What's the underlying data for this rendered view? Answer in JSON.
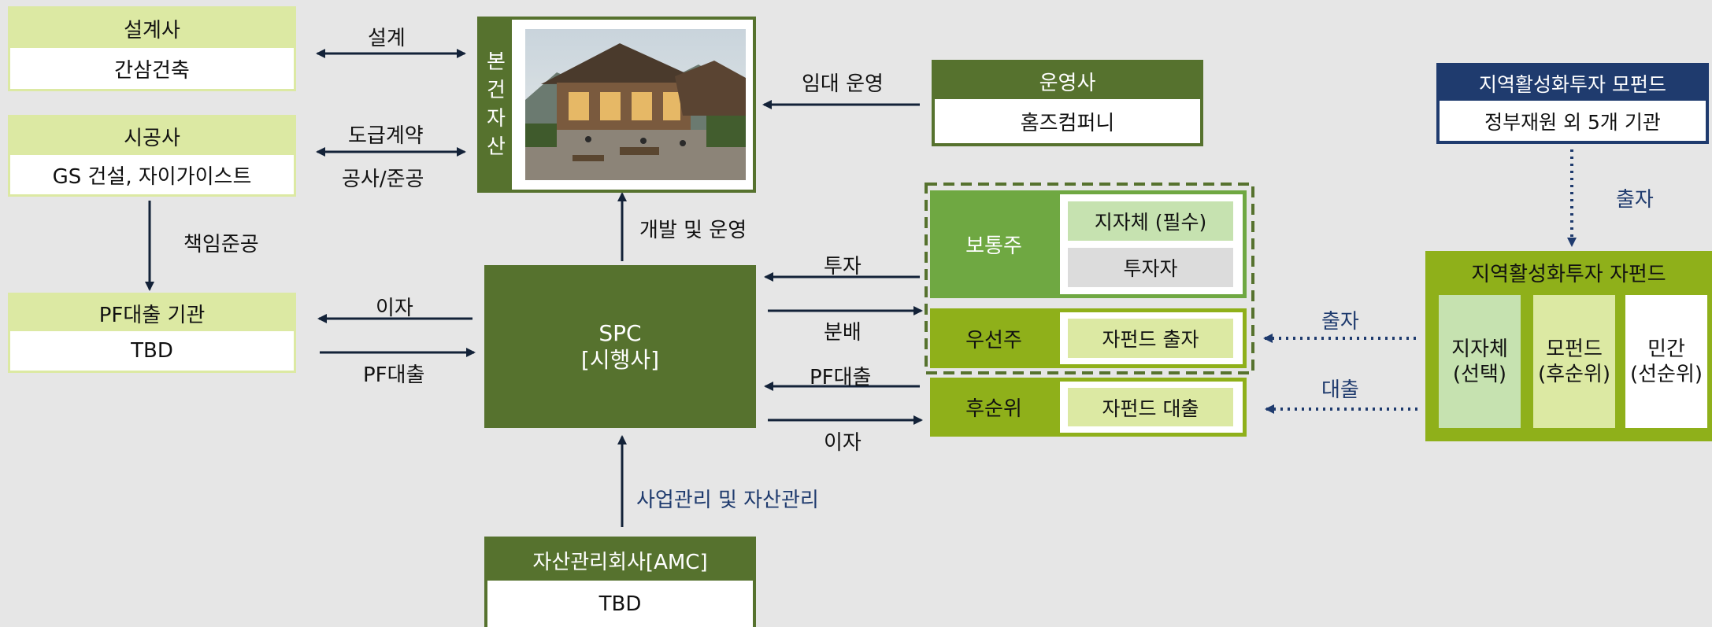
{
  "designer": {
    "title": "설계사",
    "name": "간삼건축"
  },
  "builder": {
    "title": "시공사",
    "name": "GS 건설, 자이가이스트"
  },
  "pf_lender": {
    "title": "PF대출 기관",
    "name": "TBD"
  },
  "asset": {
    "label": "본건자산",
    "photo_alt": "building"
  },
  "operator": {
    "title": "운영사",
    "name": "홈즈컴퍼니"
  },
  "mother_fund": {
    "title": "지역활성화투자 모펀드",
    "name": "정부재원 외 5개 기관"
  },
  "spc": {
    "line1": "SPC",
    "line2": "[시행사]"
  },
  "amc": {
    "title": "자산관리회사[AMC]",
    "name": "TBD"
  },
  "equity": {
    "common": {
      "label": "보통주",
      "items": [
        "지자체 (필수)",
        "투자자"
      ]
    },
    "preferred": {
      "label": "우선주",
      "items": [
        "자펀드 출자"
      ]
    },
    "subordinated": {
      "label": "후순위",
      "items": [
        "자펀드 대출"
      ]
    }
  },
  "sub_fund": {
    "title": "지역활성화투자 자펀드",
    "cols": [
      {
        "line1": "지자체",
        "line2": "(선택)"
      },
      {
        "line1": "모펀드",
        "line2": "(후순위)"
      },
      {
        "line1": "민간",
        "line2": "(선순위)"
      }
    ]
  },
  "labels": {
    "design": "설계",
    "contract": "도급계약",
    "construction": "공사/준공",
    "completion": "책임준공",
    "interest_left": "이자",
    "pf_loan_left": "PF대출",
    "dev_ops": "개발 및 운영",
    "lease_ops": "임대 운영",
    "invest": "투자",
    "dividend": "분배",
    "pf_loan_right": "PF대출",
    "interest_right": "이자",
    "business_mgmt": "사업관리 및 자산관리",
    "contrib_top": "출자",
    "contrib_mid": "출자",
    "loan": "대출"
  },
  "colors": {
    "dark_green": "#56722e",
    "mid_green": "#6fa842",
    "olive": "#8fb01a",
    "light_green": "#dce9a3",
    "navy": "#1f3b6e"
  }
}
